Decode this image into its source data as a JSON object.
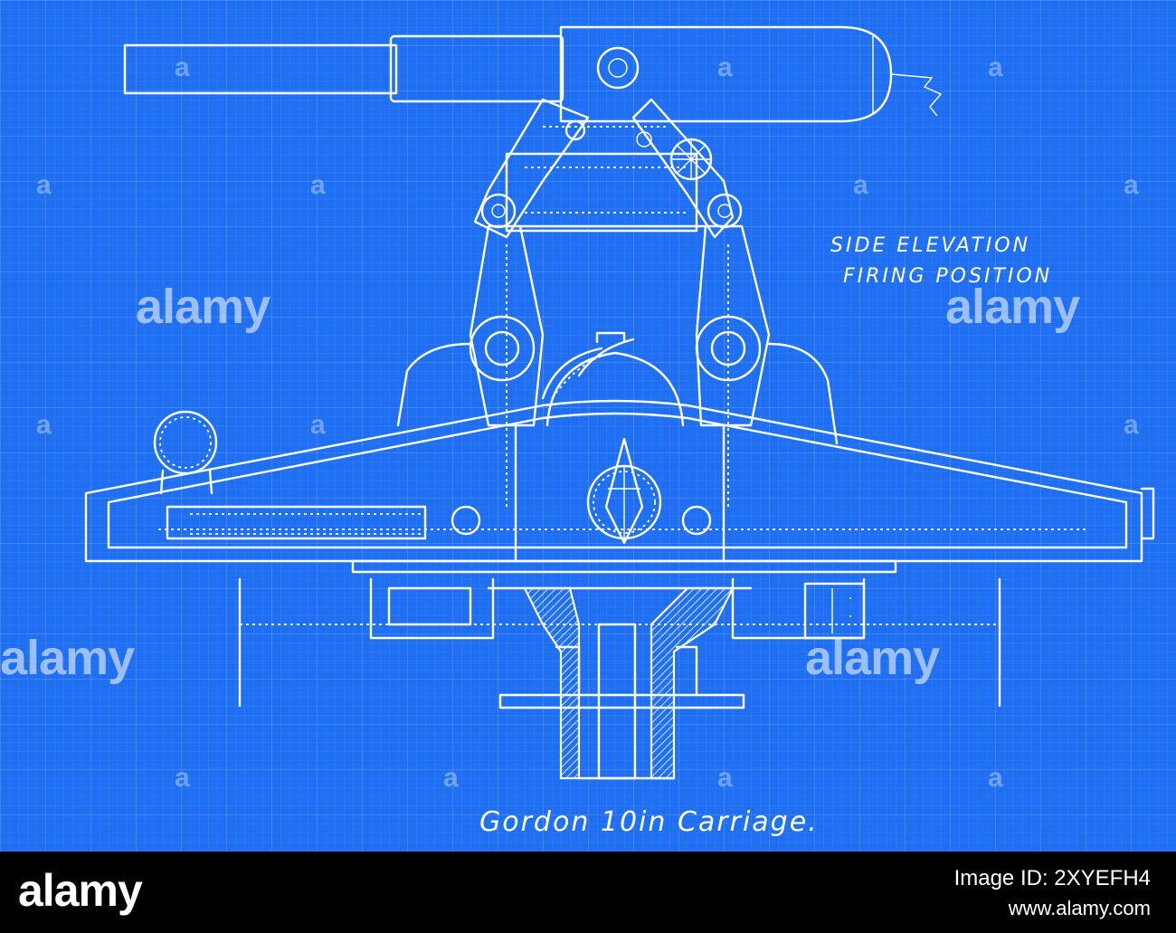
{
  "diagram": {
    "title_line_1": "SIDE ELEVATION",
    "title_line_2": "FIRING POSITION",
    "caption": "Gordon 10in Carriage."
  },
  "watermark": {
    "text": "alamy",
    "letter": "a"
  },
  "footer": {
    "logo": "alamy",
    "image_id": "Image ID: 2XYEFH4",
    "url": "www.alamy.com"
  },
  "colors": {
    "blueprint": "#1f6ff2",
    "lines": "#ffffff",
    "footer": "#000000"
  }
}
